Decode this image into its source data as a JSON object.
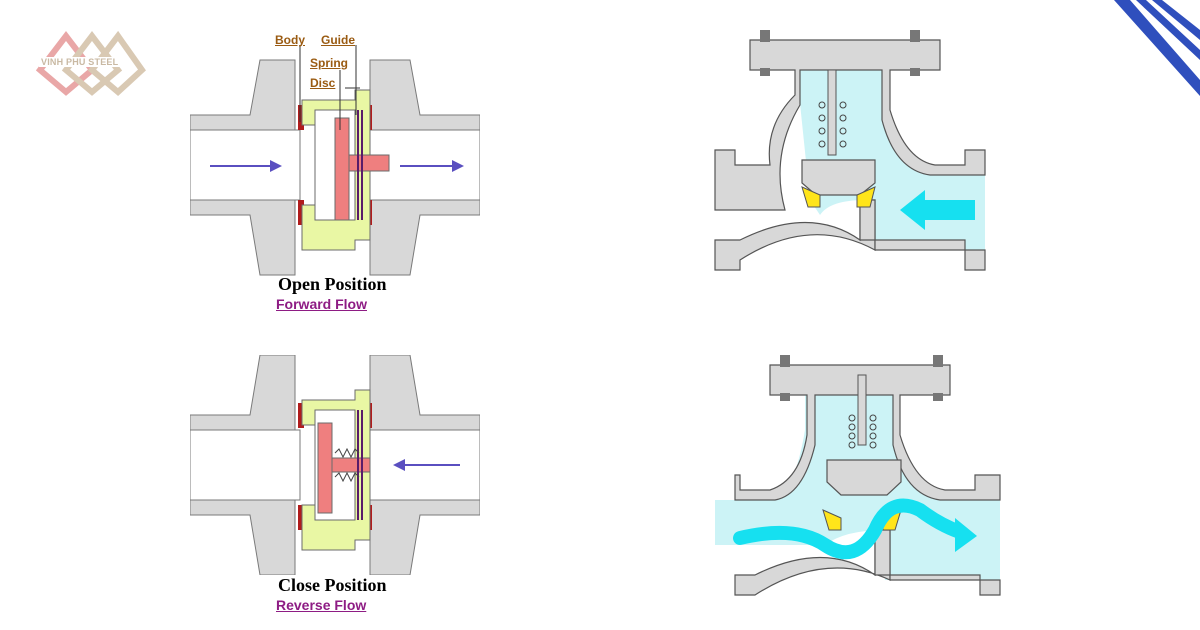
{
  "brand": {
    "name": "VINH PHU STEEL"
  },
  "diagrams": {
    "wafer_open": {
      "labels": {
        "body": "Body",
        "guide": "Guide",
        "spring": "Spring",
        "disc": "Disc"
      },
      "caption_main": "Open Position",
      "caption_sub": "Forward Flow"
    },
    "wafer_close": {
      "caption_main": "Close Position",
      "caption_sub": "Reverse Flow"
    }
  },
  "colors": {
    "body_gray": "#d8d8d8",
    "body_stroke": "#7a7a7a",
    "guide_yellow": "#e9f7a4",
    "disc_red": "#ef7f7f",
    "seal_dark": "#b01c1c",
    "spring_purple": "#5a1c6a",
    "fluid": "#ccf3f6",
    "flow_arrow": "#16e0f0",
    "seat_yellow": "#ffe51a",
    "corner_blue": "#2f4fbd",
    "caption_purple": "#8e1c84",
    "callout_brown": "#9a5b12"
  }
}
